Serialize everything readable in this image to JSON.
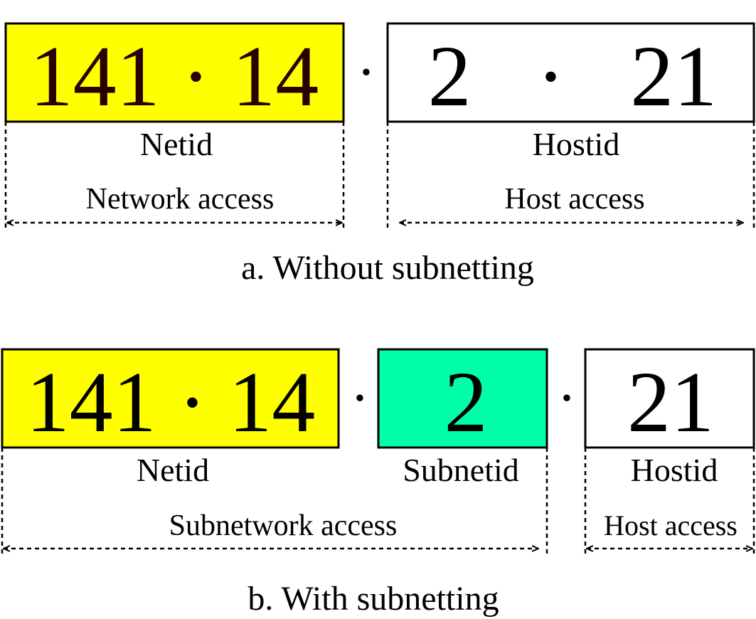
{
  "colors": {
    "netid_fill": "#ffff00",
    "subnetid_fill": "#00ffaa",
    "hostid_fill": "#ffffff",
    "stroke": "#000000",
    "dark_text": "#2b0000"
  },
  "part_a": {
    "netid_value": "141 · 14",
    "separator": "·",
    "hostid_value": "2   ·   21",
    "netid_label": "Netid",
    "hostid_label": "Hostid",
    "network_access_label": "Network access",
    "host_access_label": "Host access",
    "caption": "a. Without subnetting"
  },
  "part_b": {
    "netid_value": "141 · 14",
    "separator_1": "·",
    "subnetid_value": "2",
    "separator_2": "·",
    "hostid_value": "21",
    "netid_label": "Netid",
    "subnetid_label": "Subnetid",
    "hostid_label": "Hostid",
    "subnetwork_access_label": "Subnetwork access",
    "host_access_label": "Host access",
    "caption": "b. With subnetting"
  }
}
